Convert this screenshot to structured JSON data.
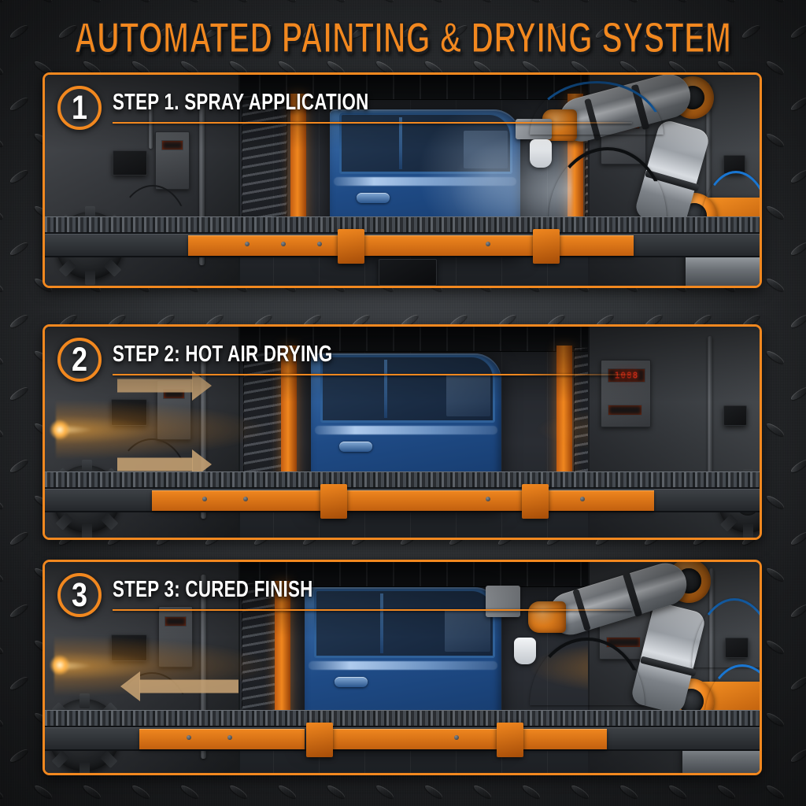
{
  "title": "AUTOMATED PAINTING & DRYING SYSTEM",
  "theme": {
    "accent": "#f2881f",
    "background": "#2e3033",
    "text": "#ffffff",
    "door_blue": "#1f4b86",
    "led_red": "#ff2d12",
    "arrow_tan": "#c6a273"
  },
  "panels": [
    {
      "number": "1",
      "label": "STEP 1. SPRAY APPLICATION",
      "scene": {
        "subject": "car-door",
        "robot": "paint-robot-arm",
        "effect": "spray-mist",
        "display": "888"
      }
    },
    {
      "number": "2",
      "label": "STEP 2: HOT AIR DRYING",
      "scene": {
        "subject": "car-door",
        "robot": "none",
        "effect": "hot-air-streams",
        "display": "1088"
      }
    },
    {
      "number": "3",
      "label": "STEP 3: CURED FINISH",
      "scene": {
        "subject": "car-door",
        "robot": "inspection-robot-arm",
        "effect": "hot-air-streams",
        "display": "100°"
      }
    }
  ]
}
